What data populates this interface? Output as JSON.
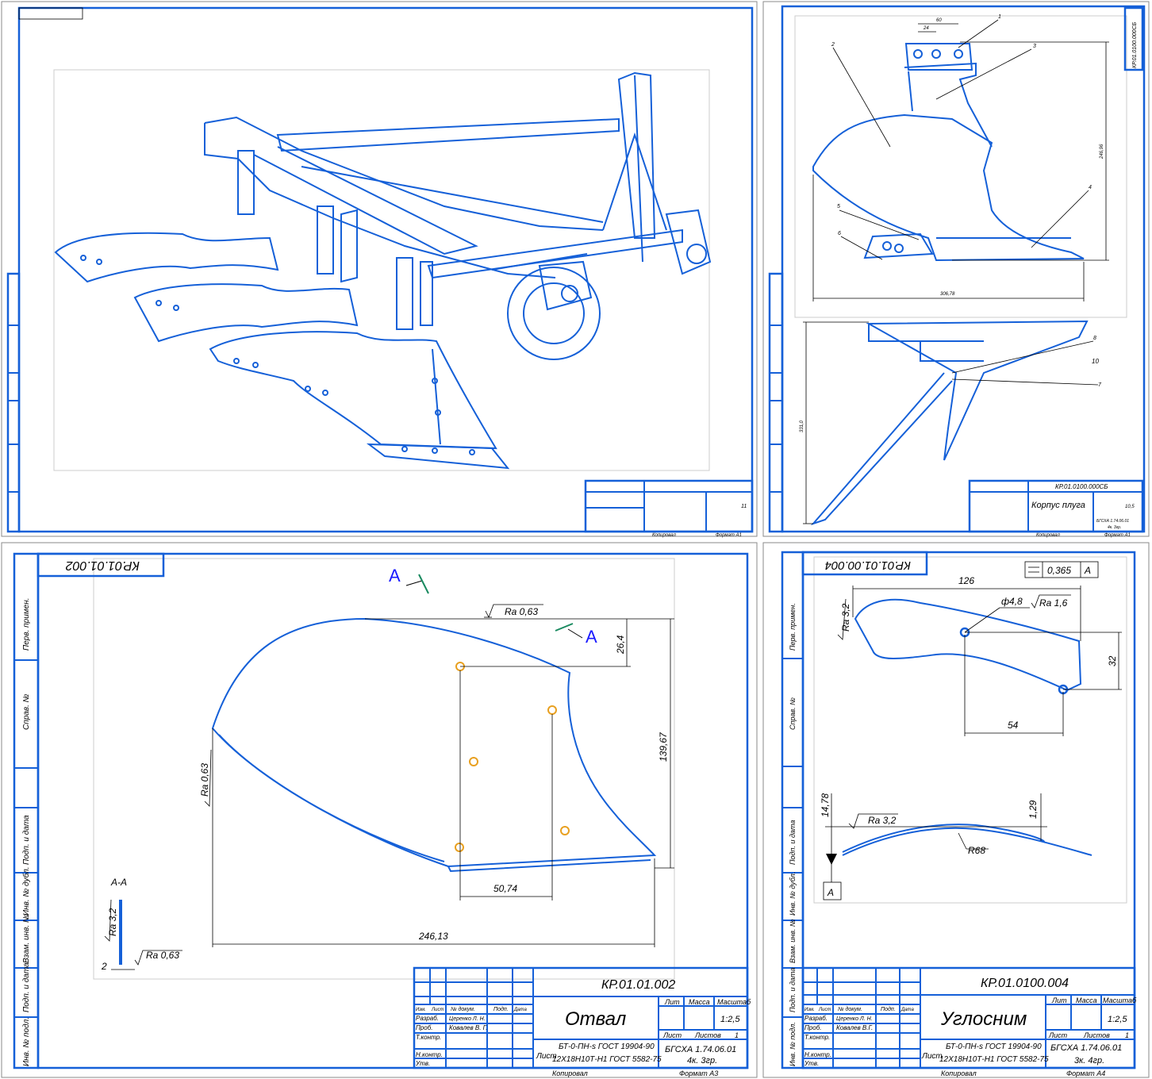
{
  "colors": {
    "line": "#1560d8",
    "dim": "#000000",
    "hole": "#e8a020",
    "view_letter": "#1a1aff"
  },
  "sheet1": {
    "title_block": {
      "sheet_no": "11",
      "copied": "Копировал",
      "format": "Формат  А1"
    }
  },
  "sheet2": {
    "code": "КР.01.0100.000СБ",
    "code_top": "КР.01.0100.000СБ",
    "name": "Корпус плуга",
    "mass": "10,5",
    "group": "БГСХА 1.74.06.01",
    "group2": "4к. 3гр.",
    "copied": "Копировал",
    "format": "Формат  А1",
    "callouts": [
      "1",
      "2",
      "3",
      "4",
      "5",
      "6",
      "7",
      "8"
    ],
    "dims": {
      "d1": "60",
      "d2": "24",
      "h": "246,96",
      "w": "306,78",
      "plan_h": "331,0",
      "d10": "10"
    }
  },
  "sheet3": {
    "code": "КР.01.01.002",
    "code_mirror": "КР.01.01.002",
    "name": "Отвал",
    "scale": "1:2,5",
    "material1": "БТ-0-ПН-s ГОСТ 19904-90",
    "material2": "12Х18Н10Т-Н1 ГОСТ 5582-75",
    "group": "БГСХА 1.74.06.01",
    "group2": "4к. 3гр.",
    "sheet_label": "Лист",
    "sheets_label": "Листов",
    "sheets": "1",
    "lit": "Лит",
    "mass_label": "Масса",
    "scale_label": "Масштаб",
    "copied": "Копировал",
    "format": "Формат  А3",
    "rows": [
      "Изм.",
      "Лист",
      "№ докум.",
      "Подп.",
      "Дата"
    ],
    "razrab": "Разраб.",
    "prov": "Проб.",
    "tkontr": "Т.контр.",
    "nkontr": "Н.контр.",
    "utv": "Утв.",
    "razrab_name": "Церенко Л. Н.",
    "prov_name": "Ковалев В. Г.",
    "section_label": "А-А",
    "view_letter": "А",
    "side": [
      "Перв. примен.",
      "Справ. №",
      "Подп. и дата",
      "Инв. № дубл.",
      "Взам. инв. №",
      "Подп. и дата",
      "Инв. № подл."
    ],
    "dims": {
      "w": "246,13",
      "h": "139,67",
      "top": "26,4",
      "hole": "50,74",
      "thick": "2"
    },
    "ra": {
      "ra063": "Ra 0,63",
      "ra32": "Ra 3,2"
    }
  },
  "sheet4": {
    "code": "КР.01.0100.004",
    "code_mirror": "КР.01.01.00.004",
    "name": "Углосним",
    "scale": "1:2,5",
    "material1": "БТ-0-ПН-s ГОСТ 19904-90",
    "material2": "12Х18Н10Т-Н1 ГОСТ 5582-75",
    "group": "БГСХА 1.74.06.01",
    "group2": "3к. 4гр.",
    "copied": "Копировал",
    "format": "Формат  А4",
    "prov_name": "Ковалев В.Г.",
    "tolerance": "0,365",
    "datum": "А",
    "dims": {
      "w": "126",
      "hole": "ф4,8",
      "h32": "32",
      "d54": "54",
      "d1478": "14,78",
      "d129": "1,29",
      "r68": "R68"
    },
    "ra": {
      "ra16": "Ra 1,6",
      "ra32": "Ra 3,2"
    }
  }
}
